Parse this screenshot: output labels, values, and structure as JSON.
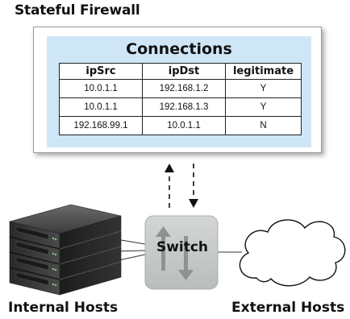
{
  "firewall": {
    "title": "Stateful Firewall",
    "table": {
      "title": "Connections",
      "columns": [
        "ipSrc",
        "ipDst",
        "legitimate"
      ],
      "rows": [
        [
          "10.0.1.1",
          "192.168.1.2",
          "Y"
        ],
        [
          "10.0.1.1",
          "192.168.1.3",
          "Y"
        ],
        [
          "192.168.99.1",
          "10.0.1.1",
          "N"
        ]
      ]
    }
  },
  "switch": {
    "label": "Switch"
  },
  "internal_hosts": {
    "label": "Internal Hosts"
  },
  "external_hosts": {
    "label": "External Hosts"
  },
  "colors": {
    "table_panel": "#cfe6f7",
    "switch_fill": "#c4c8c7",
    "server_body": "#3a3a3a",
    "server_led": "#7fd07f"
  }
}
